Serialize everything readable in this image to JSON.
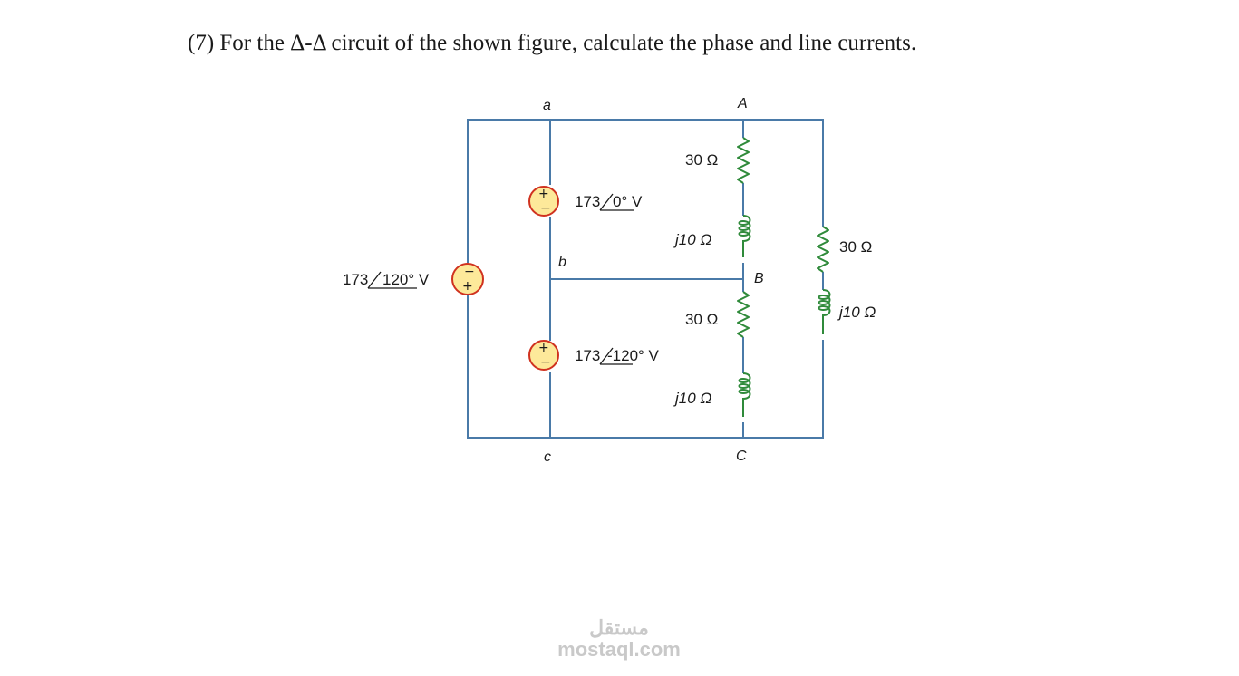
{
  "question": "(7) For the Δ-Δ circuit of the shown figure, calculate the phase and line currents.",
  "nodes": {
    "a": "a",
    "b": "b",
    "c": "c",
    "A": "A",
    "B": "B",
    "C": "C"
  },
  "sources": {
    "ab": {
      "magnitude": "173",
      "angle": "0° V"
    },
    "bc": {
      "magnitude": "173",
      "angle": "-120° V"
    },
    "ca": {
      "magnitude": "173",
      "angle": "120° V"
    }
  },
  "impedances": {
    "AB_r": "30 Ω",
    "AB_l": "j10 Ω",
    "BC_r": "30 Ω",
    "BC_l": "j10 Ω",
    "CA_r": "30 Ω",
    "CA_l": "j10 Ω"
  },
  "watermark": {
    "arabic": "مستقل",
    "latin": "mostaql.com"
  },
  "colors": {
    "wire": "#4a7aa8",
    "component": "#2f8a3a",
    "source_fill": "#fde99a",
    "source_stroke": "#d0321f"
  }
}
